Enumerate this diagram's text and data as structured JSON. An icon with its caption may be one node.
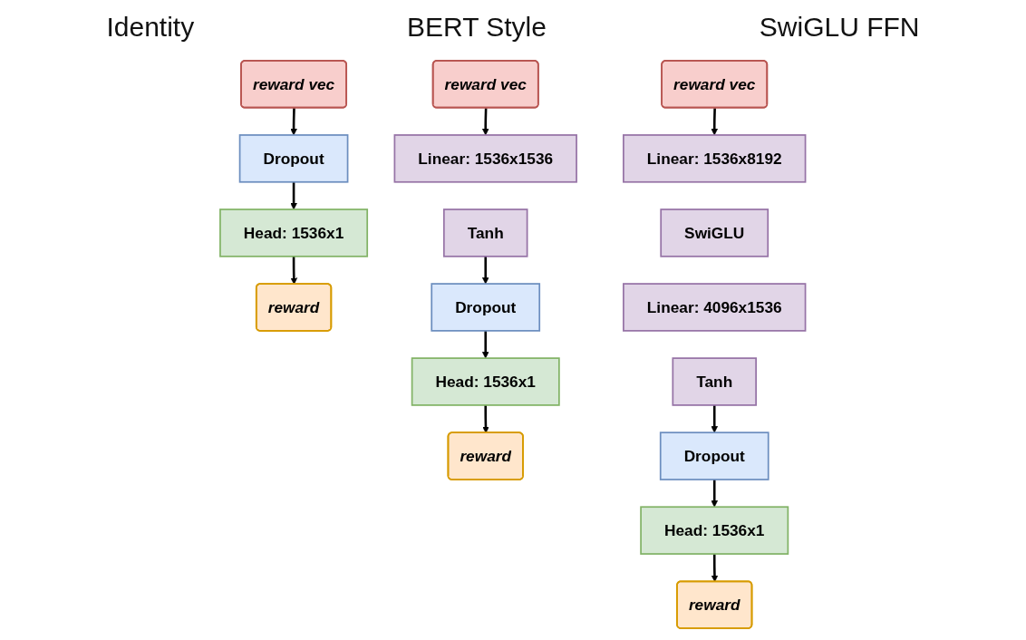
{
  "diagram": {
    "nodes": [
      {
        "text": [
          "reward vec"
        ]
      },
      {
        "text": [
          "Dropout"
        ]
      },
      {
        "text": [
          "Head: 1536x1"
        ]
      },
      {
        "text": [
          "reward"
        ]
      },
      {
        "text": [
          "reward vec"
        ]
      },
      {
        "text": [
          "Linear: 1536x1536"
        ]
      },
      {
        "text": [
          "Tanh"
        ]
      },
      {
        "text": [
          "Dropout"
        ]
      },
      {
        "text": [
          "Head: 1536x1"
        ]
      },
      {
        "text": [
          "reward"
        ]
      },
      {
        "text": [
          "reward vec"
        ]
      },
      {
        "text": [
          "Linear: 1536x8192"
        ]
      },
      {
        "text": [
          "SwiGLU"
        ]
      },
      {
        "text": [
          "Linear: 4096x1536"
        ]
      },
      {
        "text": [
          "Tanh"
        ]
      },
      {
        "text": [
          "Dropout"
        ]
      },
      {
        "text": [
          "Head: 1536x1"
        ]
      },
      {
        "text": [
          "reward"
        ]
      }
    ],
    "edges": [
      {
        "from": 0,
        "to": 1,
        "arrow": "to"
      },
      {
        "from": 1,
        "to": 2,
        "arrow": "to"
      },
      {
        "from": 2,
        "to": 3,
        "arrow": "to"
      },
      {
        "from": 4,
        "to": 5,
        "arrow": "to"
      },
      {
        "from": 6,
        "to": 7,
        "arrow": "to"
      },
      {
        "from": 7,
        "to": 8,
        "arrow": "to"
      },
      {
        "from": 8,
        "to": 9,
        "arrow": "to"
      },
      {
        "from": 10,
        "to": 11,
        "arrow": "to"
      },
      {
        "from": 14,
        "to": 15,
        "arrow": "to"
      },
      {
        "from": 15,
        "to": 16,
        "arrow": "to"
      },
      {
        "from": 16,
        "to": 17,
        "arrow": "to"
      }
    ],
    "labels": [
      "Identity",
      "BERT Style",
      "SwiGLU FFN"
    ]
  }
}
